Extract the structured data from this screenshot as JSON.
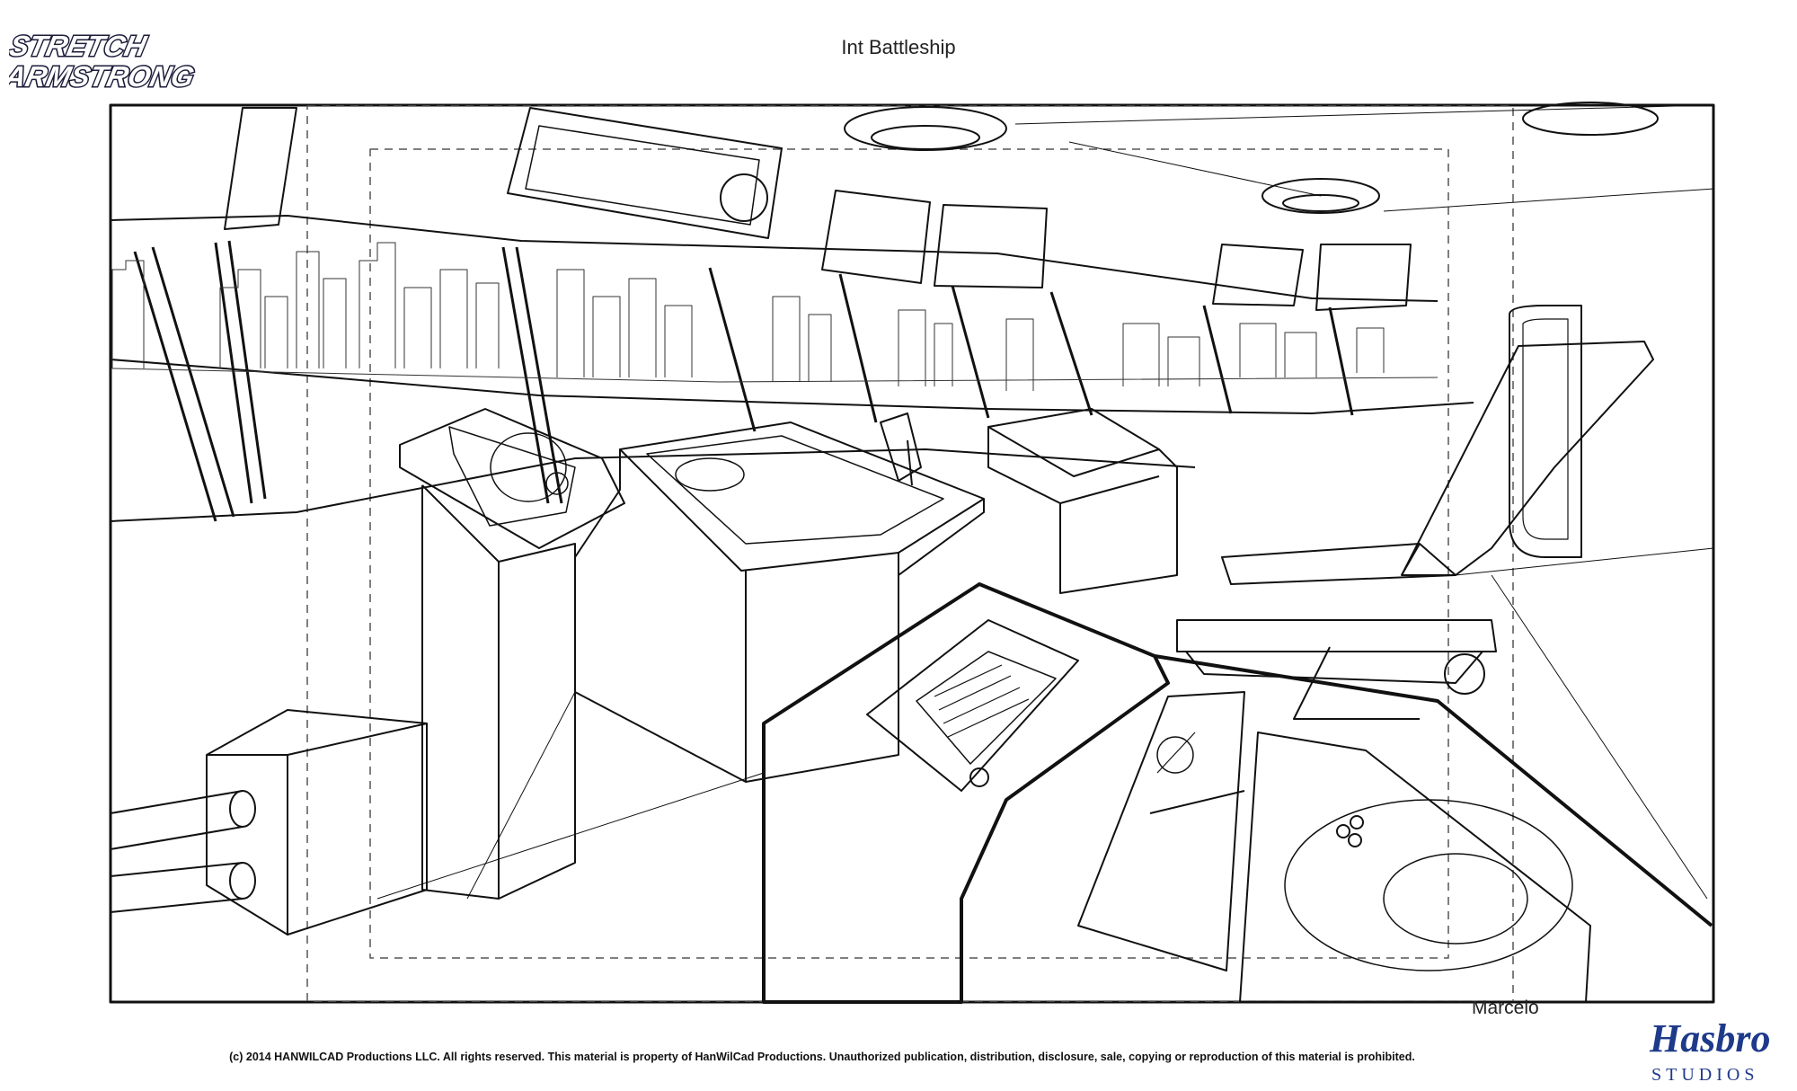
{
  "scene": {
    "title": "Int Battleship",
    "artist": "Marcelo"
  },
  "logos": {
    "left_line1": "STRETCH",
    "left_line2": "ARMSTRONG",
    "right_line1": "Hasbro",
    "right_line2": "STUDIOS"
  },
  "footer": {
    "copyright": "(c) 2014 HANWILCAD Productions LLC. All rights reserved. This material is property of HanWilCad Productions. Unauthorized publication, distribution, disclosure, sale, copying or reproduction of this material is prohibited."
  }
}
